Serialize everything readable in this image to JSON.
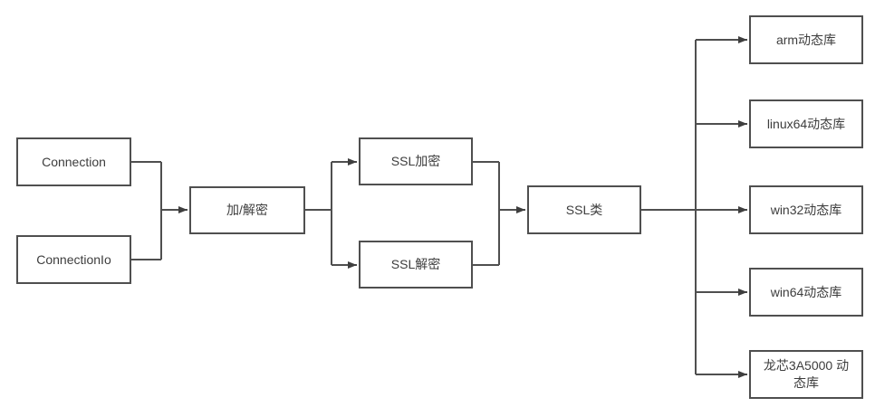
{
  "diagram": {
    "background_color": "#ffffff",
    "line_color": "#4f4f4f",
    "text_color": "#3d3d3d",
    "nodes": {
      "connection": {
        "label": "Connection"
      },
      "connectionio": {
        "label": "ConnectionIo"
      },
      "encdec": {
        "label": "加/解密"
      },
      "sslenc": {
        "label": "SSL加密"
      },
      "ssldec": {
        "label": "SSL解密"
      },
      "sslclass": {
        "label": "SSL类"
      },
      "arm": {
        "label": "arm动态库"
      },
      "linux64": {
        "label": "linux64动态库"
      },
      "win32": {
        "label": "win32动态库"
      },
      "win64": {
        "label": "win64动态库"
      },
      "loongson": {
        "label": "龙芯3A5000 动态库"
      }
    },
    "edges": [
      {
        "from": "Connection",
        "to": "加/解密"
      },
      {
        "from": "ConnectionIo",
        "to": "加/解密"
      },
      {
        "from": "加/解密",
        "to": "SSL加密"
      },
      {
        "from": "加/解密",
        "to": "SSL解密"
      },
      {
        "from": "SSL加密",
        "to": "SSL类"
      },
      {
        "from": "SSL解密",
        "to": "SSL类"
      },
      {
        "from": "SSL类",
        "to": "arm动态库"
      },
      {
        "from": "SSL类",
        "to": "linux64动态库"
      },
      {
        "from": "SSL类",
        "to": "win32动态库"
      },
      {
        "from": "SSL类",
        "to": "win64动态库"
      },
      {
        "from": "SSL类",
        "to": "龙芯3A5000 动态库"
      }
    ]
  }
}
